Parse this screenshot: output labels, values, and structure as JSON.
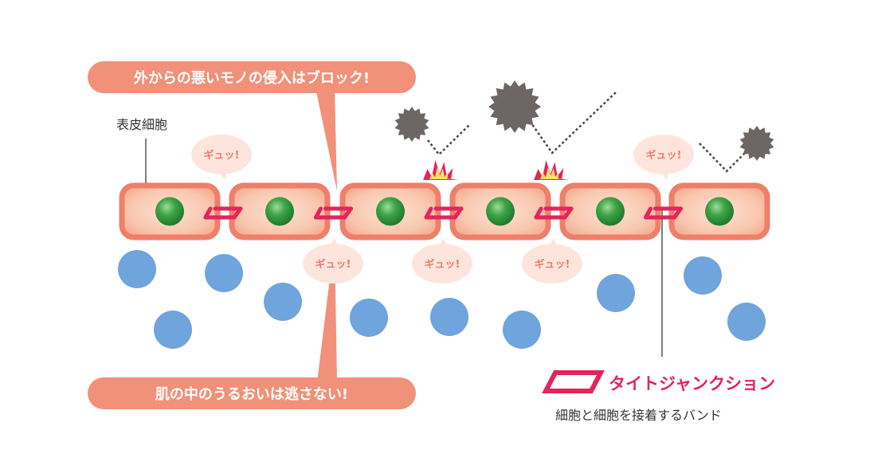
{
  "labels": {
    "top_callout": "外からの悪いモノの侵入はブロック!",
    "bottom_callout": "肌の中のうるおいは逃さない!",
    "epidermal_cell": "表皮細胞",
    "squeeze": "ギュッ!",
    "tight_junction_title": "タイトジャンクション",
    "tight_junction_desc": "細胞と細胞を接着するバンド"
  },
  "colors": {
    "callout": "#f1917a",
    "cell_border": "#ee7f6a",
    "cell_fill_inner": "#fde0cf",
    "cell_fill_outer": "#f7b79d",
    "nucleus": "#3a9e43",
    "nucleus_highlight": "#8fd38f",
    "junction": "#e4245a",
    "bubble": "#fde5de",
    "bubble_text": "#ea7e6a",
    "moisture": "#6fa4dc",
    "particle": "#6e6565",
    "impact_outer": "#e4245a",
    "impact_inner": "#f7e16a",
    "text_dark": "#333333"
  },
  "icons": {
    "particle": "irritant-particle-icon",
    "impact": "impact-burst-icon",
    "junction_symbol": "tight-junction-parallelogram-icon"
  }
}
